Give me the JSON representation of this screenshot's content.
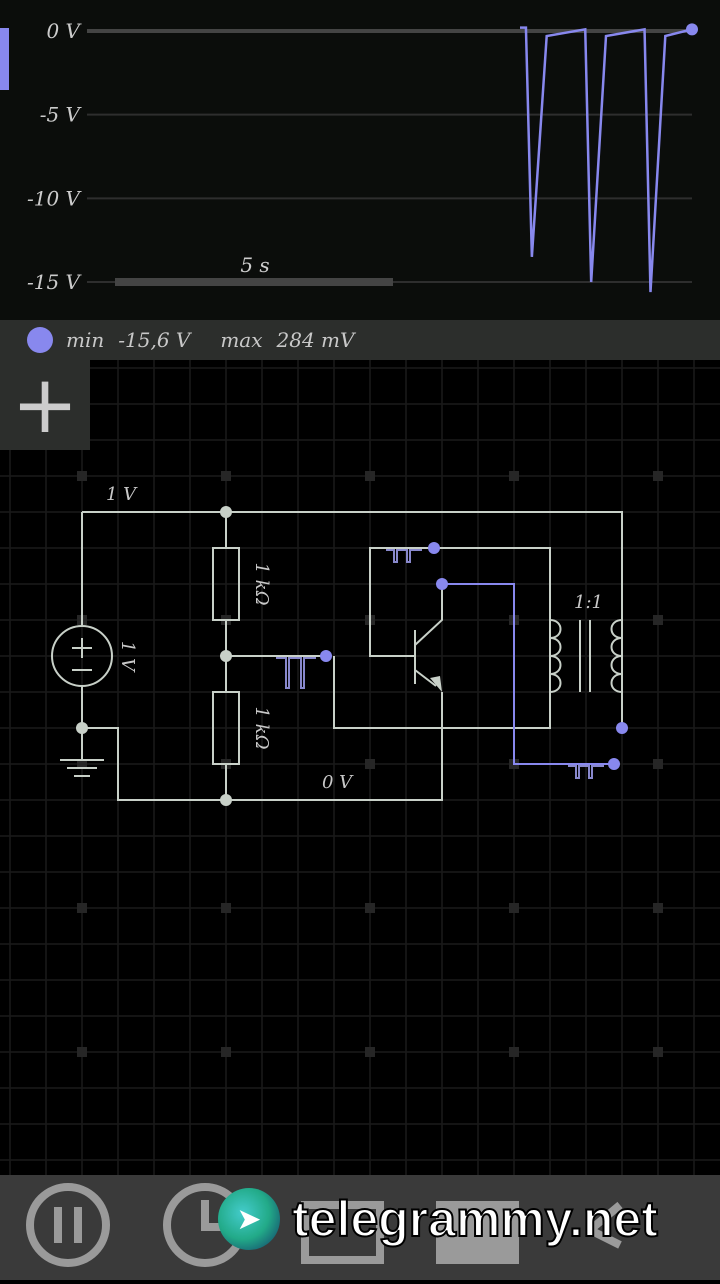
{
  "scope": {
    "y_ticks": [
      "0 V",
      "-5 V",
      "-10 V",
      "-15 V"
    ],
    "y_values": [
      0,
      -5,
      -10,
      -15
    ],
    "timescale_label": "5 s",
    "trace_color": "#8888ee",
    "trace": [
      [
        0,
        0.2
      ],
      [
        0.02,
        0.2
      ],
      [
        0.04,
        -13.5
      ],
      [
        0.09,
        -0.3
      ],
      [
        0.22,
        0.1
      ],
      [
        0.24,
        -15
      ],
      [
        0.29,
        -0.3
      ],
      [
        0.42,
        0.1
      ],
      [
        0.44,
        -15.6
      ],
      [
        0.49,
        -0.3
      ],
      [
        0.58,
        0.1
      ]
    ]
  },
  "legend": {
    "min_label": "min",
    "min_value": "-15,6 V",
    "max_label": "max",
    "max_value": "284 mV"
  },
  "add_button": "+",
  "circuit": {
    "source_label": "1 V",
    "top_wire_label": "1 V",
    "r1": "1 kΩ",
    "r2": "1 kΩ",
    "ground_wire_label": "0 V",
    "transformer_ratio": "1:1"
  },
  "toolbar": {
    "icons": [
      "pause-icon",
      "clock-icon",
      "export-icon",
      "camera-icon",
      "undo-icon"
    ]
  },
  "watermark": "telegrammy.net"
}
